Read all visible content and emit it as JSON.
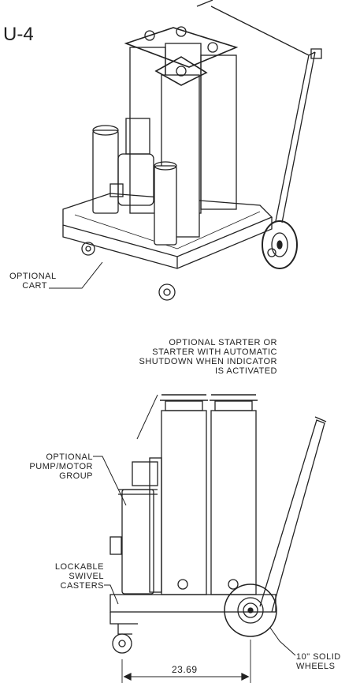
{
  "figure": {
    "title": "U-4",
    "callouts": {
      "cart": [
        "OPTIONAL",
        "CART"
      ],
      "starter": [
        "OPTIONAL STARTER OR",
        "STARTER WITH AUTOMATIC",
        "SHUTDOWN WHEN INDICATOR",
        "IS ACTIVATED"
      ],
      "pump": [
        "OPTIONAL",
        "PUMP/MOTOR",
        "GROUP"
      ],
      "casters": [
        "LOCKABLE",
        "SWIVEL",
        "CASTERS"
      ],
      "wheels": [
        "10\" SOLID",
        "WHEELS"
      ]
    },
    "dimension": "23.69"
  }
}
